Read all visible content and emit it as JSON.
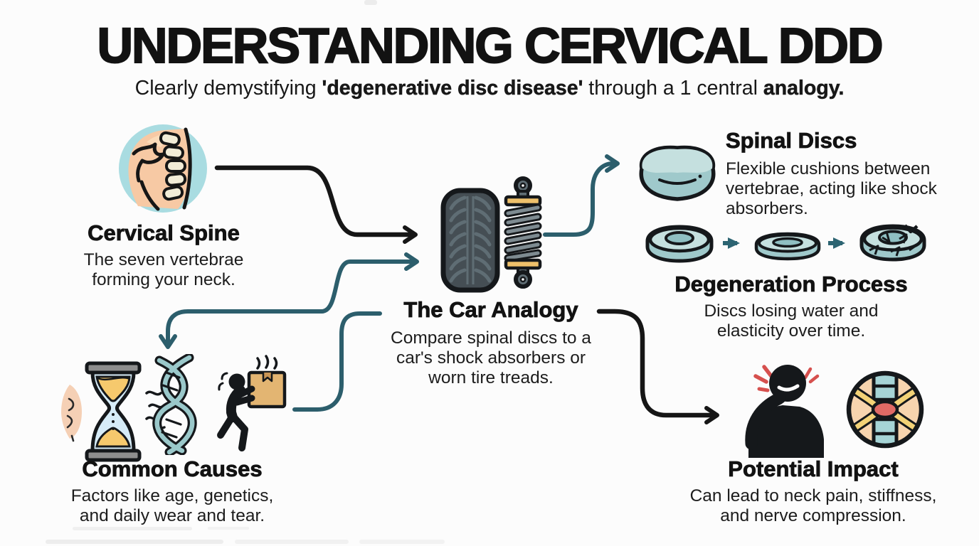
{
  "colors": {
    "background": "#fcfcfc",
    "ink": "#161616",
    "teal_arrow": "#2c5e6c",
    "icon_circle_teal": "#a9dce1",
    "disc_teal_side": "#9fc9cb",
    "disc_teal_top": "#c5e0df",
    "disc_teal_core": "#8fbfc2",
    "skin_peach": "#f7c9a4",
    "sand_gold": "#f6c96d",
    "box_tan": "#e3b572",
    "gold_band": "#eec06b",
    "pain_red": "#d6504e",
    "nerve_yellow": "#f3d276",
    "compressed_disc_red": "#e06a65",
    "tire_gray": "#454e54",
    "tread_gray": "#5f6d74"
  },
  "header": {
    "title": "UNDERSTANDING CERVICAL DDD",
    "subtitle_parts": [
      "Clearly demystifying ",
      "'degenerative disc disease'",
      " through a 1 central ",
      "analogy."
    ]
  },
  "nodes": {
    "cervical_spine": {
      "title": "Cervical Spine",
      "line1": "The seven vertebrae",
      "line2": "forming your neck.",
      "icon": "cervical-spine-icon"
    },
    "car_analogy": {
      "title": "The Car Analogy",
      "line1": "Compare spinal discs to a",
      "line2": "car's shock absorbers or",
      "line3": "worn tire treads.",
      "icons": [
        "tire-tread-icon",
        "shock-absorber-icon"
      ]
    },
    "spinal_discs": {
      "title": "Spinal Discs",
      "line1": "Flexible cushions between",
      "line2": "vertebrae, acting like shock",
      "line3": "absorbers.",
      "icon": "spinal-disc-icon"
    },
    "degeneration_process": {
      "title": "Degeneration Process",
      "line1": "Discs losing water and",
      "line2": "elasticity over time.",
      "icons": [
        "healthy-disc-icon",
        "thinning-disc-icon",
        "cracked-disc-icon"
      ]
    },
    "common_causes": {
      "title": "Common Causes",
      "line1": "Factors like age, genetics,",
      "line2": "and daily wear and tear.",
      "icons": [
        "aging-hourglass-icon",
        "dna-icon",
        "lifting-box-person-icon"
      ]
    },
    "potential_impact": {
      "title": "Potential Impact",
      "line1": "Can lead to neck pain, stiffness,",
      "line2": "and nerve compression.",
      "icons": [
        "neck-pain-person-icon",
        "nerve-compression-icon"
      ]
    }
  }
}
